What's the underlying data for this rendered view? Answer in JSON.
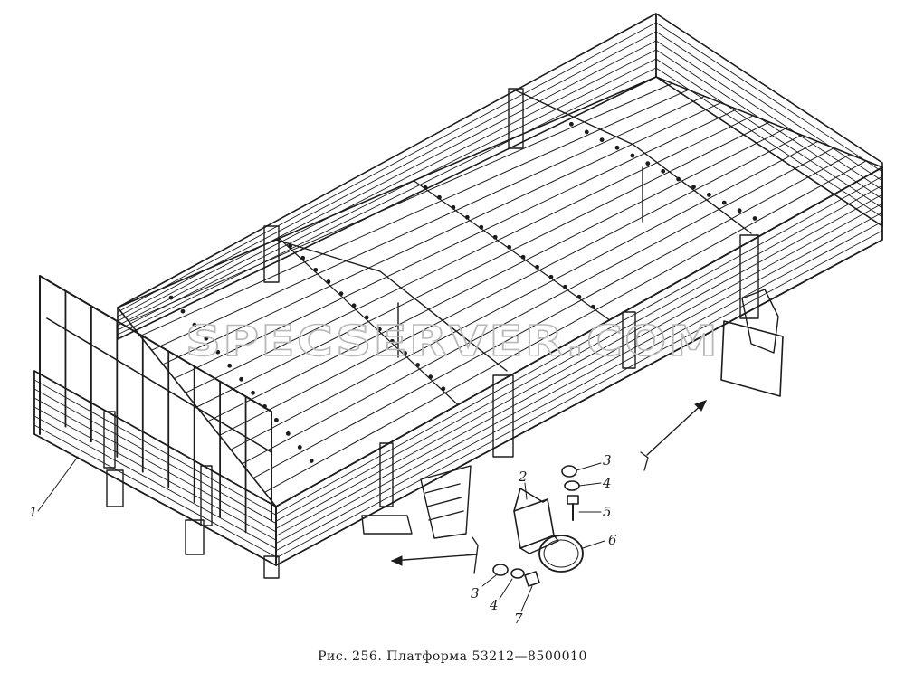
{
  "caption": "Рис. 256. Платформа 53212—8500010",
  "watermark": "SPECSERVER.COM",
  "callouts": {
    "platform": "1",
    "bracket": "2",
    "nut_upper": "3",
    "washer_upper": "4",
    "bolt": "5",
    "mudflap": "6",
    "nut_lower": "3",
    "washer_lower": "4",
    "bolt_lower": "7"
  },
  "colors": {
    "ink": "#1c1c1c",
    "paper": "#ffffff",
    "watermark": "#b9b9b9"
  }
}
